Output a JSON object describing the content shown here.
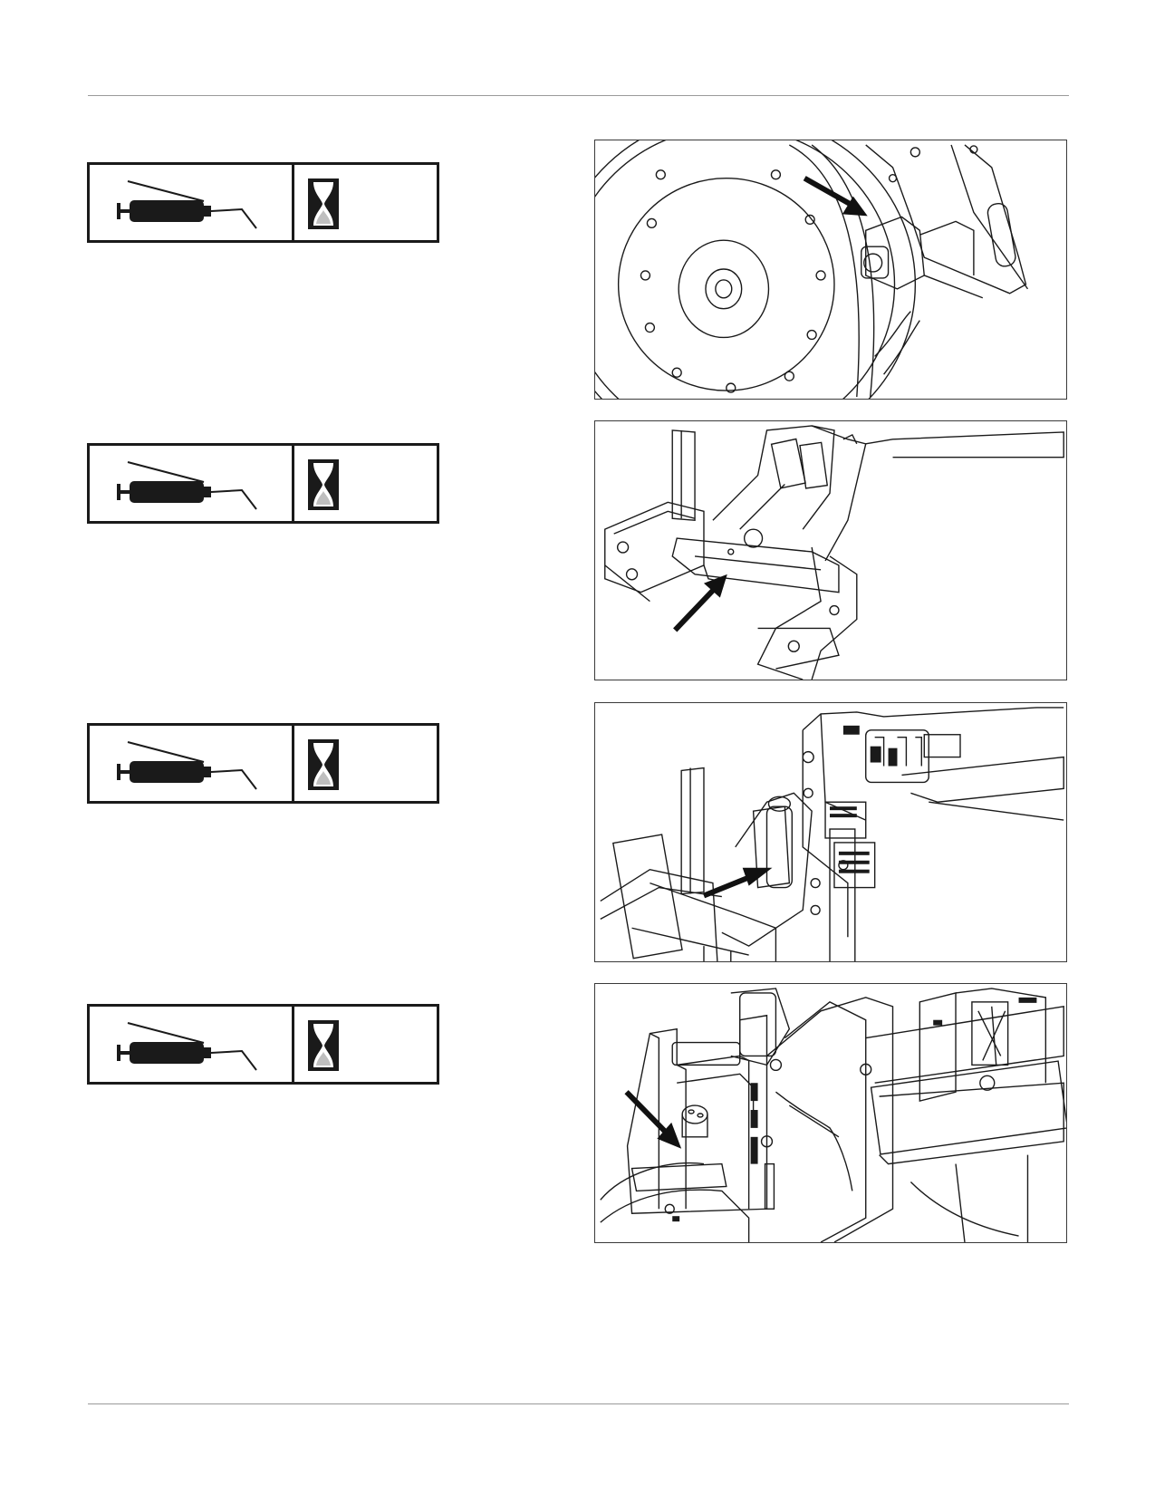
{
  "page": {
    "sections": [
      {
        "icons": [
          "grease-gun-icon",
          "hourglass-icon"
        ],
        "illustration": "gauge-wheel-pivot"
      },
      {
        "icons": [
          "grease-gun-icon",
          "hourglass-icon"
        ],
        "illustration": "frame-pivot"
      },
      {
        "icons": [
          "grease-gun-icon",
          "hourglass-icon"
        ],
        "illustration": "lift-cylinder-pin"
      },
      {
        "icons": [
          "grease-gun-icon",
          "hourglass-icon"
        ],
        "illustration": "hitch-pivot"
      }
    ],
    "colors": {
      "line": "#1a1a1a",
      "rule": "#9a9a9a",
      "background": "#ffffff"
    }
  }
}
